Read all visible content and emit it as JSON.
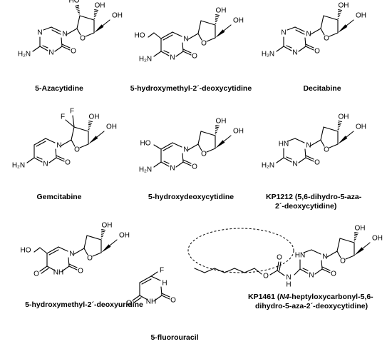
{
  "compounds": [
    {
      "id": "azacytidine",
      "label": "5-Azacytidine"
    },
    {
      "id": "hm-dc",
      "label": "5-hydroxymethyl-2´-deoxycytidine"
    },
    {
      "id": "decitabine",
      "label": "Decitabine"
    },
    {
      "id": "gemcitabine",
      "label": "Gemcitabine"
    },
    {
      "id": "ho-dc",
      "label": "5-hydroxydeoxycytidine"
    },
    {
      "id": "kp1212",
      "label_line1": "KP1212 (5,6-dihydro-5-aza-",
      "label_line2": "2´-deoxycytidine)"
    },
    {
      "id": "hm-du",
      "label": "5-hydroxymethyl-2´-deoxyuridine"
    },
    {
      "id": "kp1461",
      "label_line1_pre": "KP1461 (",
      "label_line1_italic": "N4",
      "label_line1_post": "-heptyloxycarbonyl-5,6-",
      "label_line2": "dihydro-5-aza-2´-deoxycytidine)"
    },
    {
      "id": "fu",
      "label": "5-fluorouracil"
    }
  ],
  "atoms": {
    "oh": "OH",
    "ho": "HO",
    "o": "O",
    "n": "N",
    "nh": "NH",
    "hn": "HN",
    "h2n": "H₂N",
    "f": "F",
    "h": "H"
  }
}
